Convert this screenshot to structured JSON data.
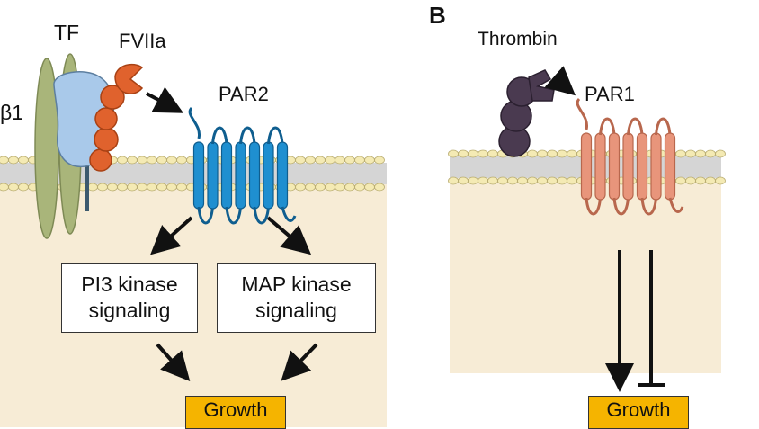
{
  "panel_a": {
    "tf_label": "TF",
    "fviia_label": "FVIIa",
    "beta1_label": "β1",
    "par2_label": "PAR2",
    "pi3_box": {
      "line1": "PI3 kinase",
      "line2": "signaling"
    },
    "map_box": {
      "line1": "MAP kinase",
      "line2": "signaling"
    },
    "growth_label": "Growth"
  },
  "panel_b": {
    "panel_letter": "B",
    "thrombin_label": "Thrombin",
    "par1_label": "PAR1",
    "growth_label": "Growth"
  },
  "colors": {
    "cytoplasm": "#f7ecd6",
    "lipid_head": "#f4eab4",
    "lipid_tail": "#d5d5d5",
    "par2": "#1f8fd0",
    "par1": "#e8957b",
    "tf": "#a9c9ea",
    "integrin": "#a9b57a",
    "fviia": "#e0622d",
    "thrombin": "#4a3a50",
    "growth_box": "#f5b400"
  }
}
